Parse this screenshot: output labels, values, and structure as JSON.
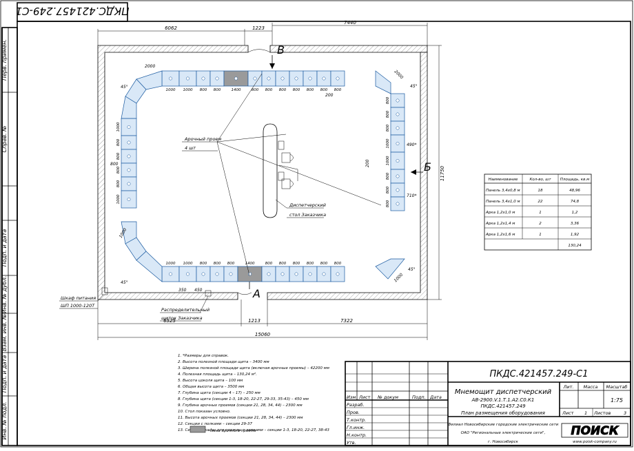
{
  "stamp_code": "ПКДС.421457.249-С1",
  "side_labels": [
    "Перв. примен.",
    "Справ. №",
    "Подп. и дата",
    "Инв. № дубл.",
    "Взам. инв. №",
    "Подп. и дата",
    "Инв. № подл."
  ],
  "dims_top": [
    "6062",
    "1223",
    "7440"
  ],
  "dims_bottom": [
    "6525",
    "1213",
    "7322",
    "15060"
  ],
  "dim_right": "11750",
  "section_labels": {
    "a": "А",
    "b": "Б",
    "v": "В"
  },
  "panel_widths_top": [
    "1000",
    "1000",
    "800",
    "800",
    "1400",
    "800",
    "800",
    "800",
    "800",
    "800",
    "800",
    "800"
  ],
  "panel_widths_bottom": [
    "1000",
    "1000",
    "800",
    "800",
    "800",
    "1400",
    "800",
    "800",
    "800",
    "800",
    "800",
    "800"
  ],
  "panel_heights_left": [
    "1000",
    "800",
    "800",
    "800",
    "800",
    "1000"
  ],
  "panel_heights_right": [
    "800",
    "800",
    "800",
    "1000",
    "1000",
    "800",
    "800",
    "800"
  ],
  "small_dims": [
    "200",
    "800",
    "200",
    "490*",
    "710*",
    "450",
    "350",
    "45°",
    "45°",
    "45°",
    "45°",
    "2000",
    "2000",
    "1000",
    "1000"
  ],
  "callouts": {
    "arch": "Арочный проем",
    "arch_qty": "4 шт",
    "desk": "Диспетчерский",
    "desk2": "стол Заказчика",
    "power_cab": "Шкаф питания",
    "power_cab2": "ШП 1000-120Т",
    "dist_cab": "Распределительный",
    "dist_cab2": "щиток Заказчика"
  },
  "table": {
    "headers": [
      "Наименование",
      "Кол-во, шт",
      "Площадь, кв.м"
    ],
    "rows": [
      [
        "Панель 3,4х0,8 м",
        "18",
        "48,96"
      ],
      [
        "Панель 3,4х1,0 м",
        "22",
        "74,8"
      ],
      [
        "Арка 1,2х1,0 м",
        "1",
        "1,2"
      ],
      [
        "Арка 1,2х1,4 м",
        "2",
        "3,36"
      ],
      [
        "Арка 1,2х1,6 м",
        "1",
        "1,92"
      ]
    ],
    "total": "130,24"
  },
  "notes": [
    "1. *Размеры для справок.",
    "2. Высота полезной площади щита – 3400 мм",
    "3. Ширина полезной площади щита (включая арочные проемы) – 42200 мм",
    "4. Полезная площадь щита – 130,24 м².",
    "5. Высота цоколя щита – 100 мм",
    "6. Общая высота щита – 3500 мм",
    "7. Глубина щита (секции 4 – 17) – 250 мм",
    "8. Глубина щита (секции 1-3, 18-20, 22-27, 29-33, 35-43) – 450 мм",
    "9. Глубина арочных проемов (секции 21, 28, 34, 44) – 2300 мм",
    "10. Стол показан условно.",
    "11. Высота арочных проемов (секции 21, 28, 34, 44) – 2300 мм",
    "12. Секции с полками – секции 29-37",
    "13. Секции-шкафы для одежды с замками – секции 1-3, 18-20, 22-27, 38-43"
  ],
  "legend_text": "– зона арочного проема",
  "title_block": {
    "code": "ПКДС.421457.249-С1",
    "title": "Мнемощит диспетчерский",
    "sub1": "АВ-2900.V.1.Т.1.А2.С0.К1",
    "sub2": "ПКДС.421457.249",
    "sub3": "План размещения оборудования",
    "org1": "Филиал Новосибирские городские электрические сети",
    "org2": "ОАО \"Региональные электрические сети\",",
    "org3": "г. Новосибирск",
    "col_headers": [
      "Изм",
      "Лист",
      "№ докум",
      "Подп.",
      "Дата"
    ],
    "roles": [
      "Разраб.",
      "Пров.",
      "Т.контр.",
      "Гл.инж.",
      "Н.контр.",
      "Утв."
    ],
    "lit": "Лит.",
    "massa": "Масса",
    "masshtab": "Масштаб",
    "scale": "1:75",
    "list": "Лист",
    "list_no": "1",
    "listov": "Листов",
    "listov_no": "3",
    "logo": "ПОИСК",
    "logo_url": "www.poisk-company.ru"
  }
}
